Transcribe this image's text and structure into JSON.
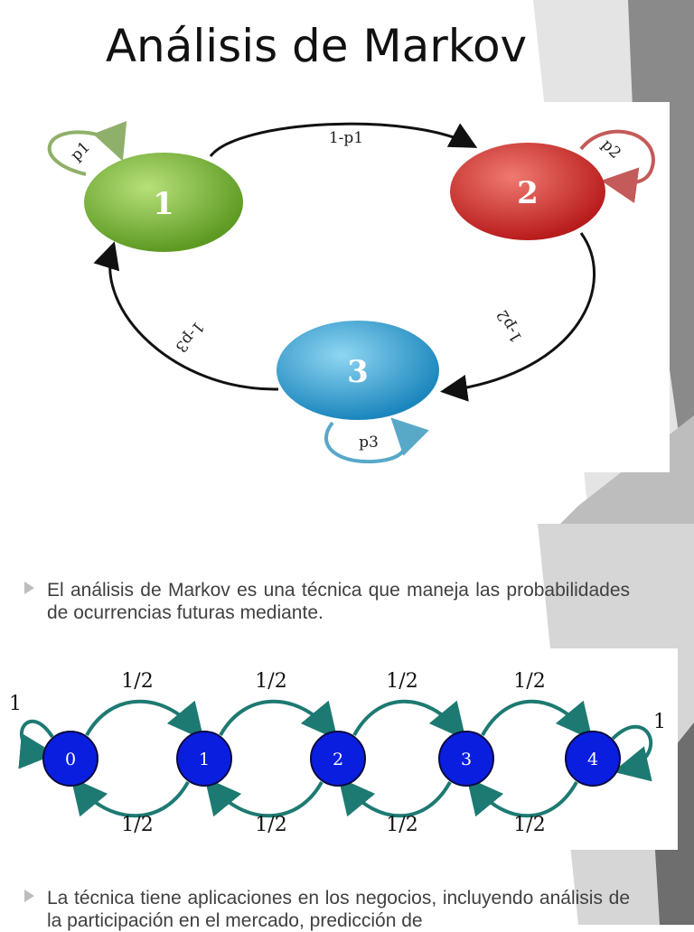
{
  "title": "Análisis de Markov",
  "diagram1": {
    "states": [
      "1",
      "2",
      "3"
    ],
    "edges": [
      {
        "from": "1",
        "to": "1",
        "label": "p1"
      },
      {
        "from": "1",
        "to": "2",
        "label": "1-p1"
      },
      {
        "from": "2",
        "to": "2",
        "label": "p2"
      },
      {
        "from": "2",
        "to": "3",
        "label": "1-p2"
      },
      {
        "from": "3",
        "to": "3",
        "label": "p3"
      },
      {
        "from": "3",
        "to": "1",
        "label": "1-p3"
      }
    ],
    "colors": {
      "state1": "#7ab33a",
      "state2": "#d42f2f",
      "state3": "#2ea3d6"
    }
  },
  "bullets": [
    "El análisis de Markov es una técnica que maneja las probabilidades de ocurrencias futuras mediante.",
    "La técnica tiene aplicaciones en los negocios, incluyendo análisis de la participación en el mercado, predicción de"
  ],
  "diagram2": {
    "states": [
      "0",
      "1",
      "2",
      "3",
      "4"
    ],
    "forward_labels": [
      "1/2",
      "1/2",
      "1/2",
      "1/2"
    ],
    "backward_labels": [
      "1/2",
      "1/2",
      "1/2",
      "1/2"
    ],
    "self_loops": {
      "left": "1",
      "right": "1"
    },
    "colors": {
      "node": "#0a1ee0",
      "arrow": "#1d7a72"
    }
  }
}
